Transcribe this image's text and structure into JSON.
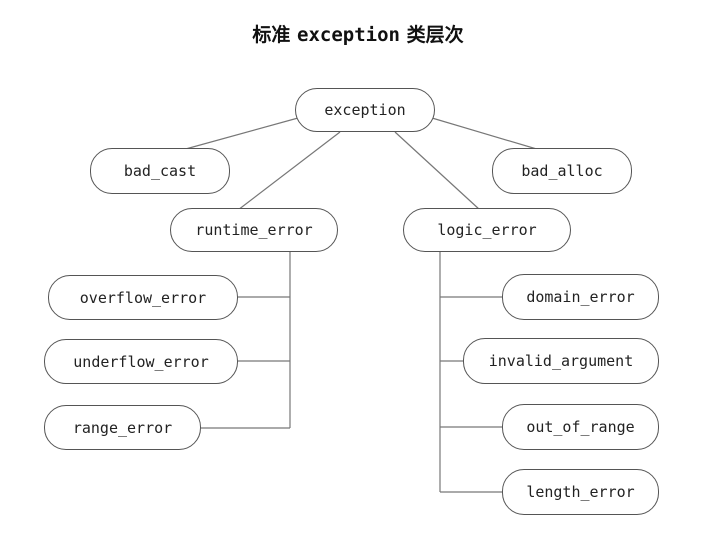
{
  "title": {
    "part1": "标准",
    "part2": "exception",
    "part3": "类层次"
  },
  "nodes": {
    "exception": "exception",
    "bad_cast": "bad_cast",
    "bad_alloc": "bad_alloc",
    "runtime_error": "runtime_error",
    "logic_error": "logic_error",
    "overflow_error": "overflow_error",
    "underflow_error": "underflow_error",
    "range_error": "range_error",
    "domain_error": "domain_error",
    "invalid_argument": "invalid_argument",
    "out_of_range": "out_of_range",
    "length_error": "length_error"
  }
}
